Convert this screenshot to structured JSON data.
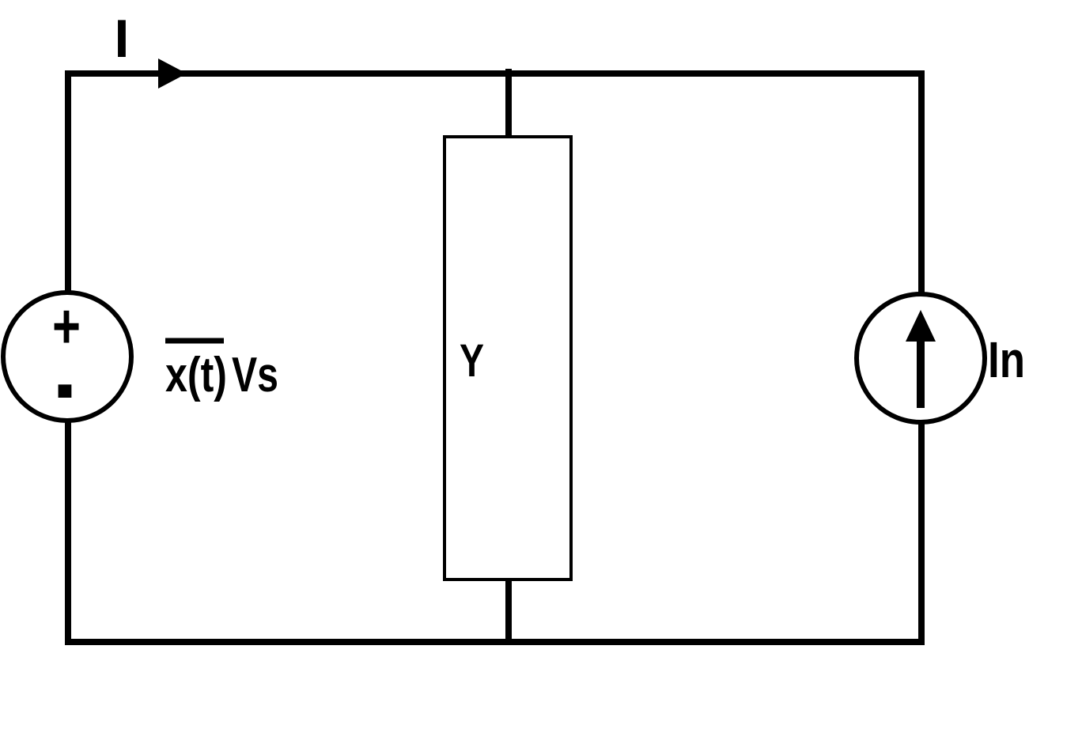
{
  "circuit": {
    "colors": {
      "line": "#000000",
      "background": "#ffffff"
    },
    "current_label": "I",
    "voltage_source": {
      "polarity_plus": "+",
      "polarity_minus": "-",
      "label": "x(t)",
      "label_has_overline": true,
      "label_suffix": "Vs"
    },
    "admittance": {
      "label": "Y"
    },
    "current_source": {
      "label": "In"
    }
  }
}
